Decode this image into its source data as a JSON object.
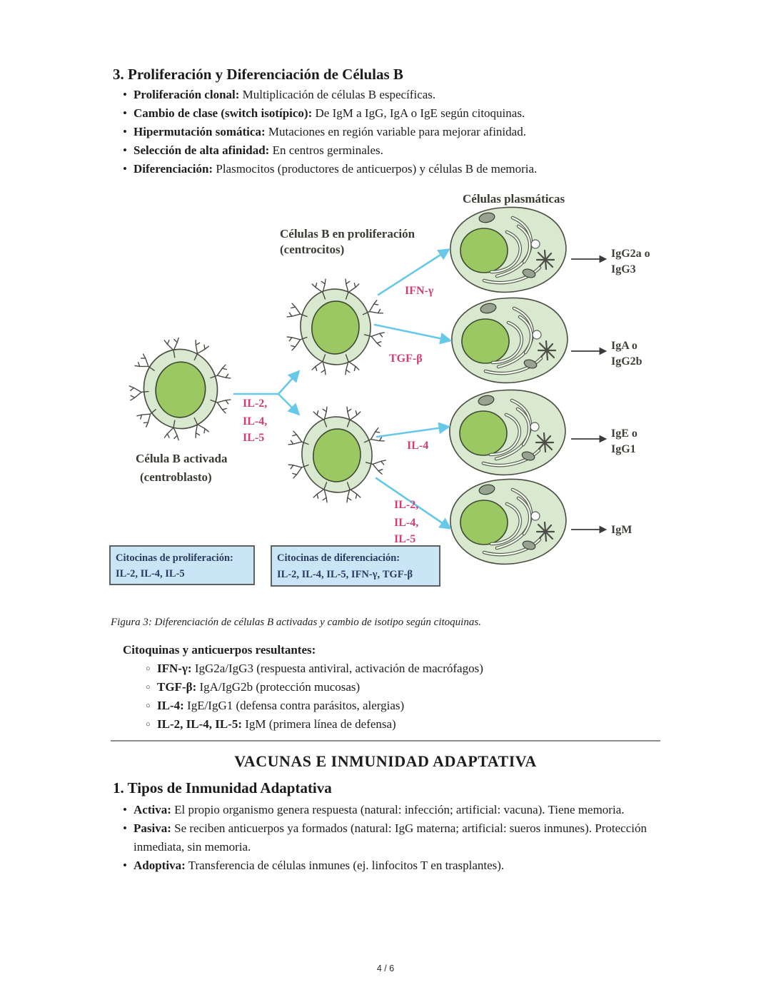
{
  "section3": {
    "heading": "3. Proliferación y Diferenciación de Células B",
    "bullets": [
      {
        "label": "Proliferación clonal:",
        "text": " Multiplicación de células B específicas."
      },
      {
        "label": "Cambio de clase (switch isotípico):",
        "text": " De IgM a IgG, IgA o IgE según citoquinas."
      },
      {
        "label": "Hipermutación somática:",
        "text": " Mutaciones en región variable para mejorar afinidad."
      },
      {
        "label": "Selección de alta afinidad:",
        "text": " En centros germinales."
      },
      {
        "label": "Diferenciación:",
        "text": " Plasmocitos (productores de anticuerpos) y células B de memoria."
      }
    ]
  },
  "figure": {
    "caption": "Figura 3: Diferenciación de células B activadas y cambio de isotipo según citoquinas.",
    "labels": {
      "plasma_cells": "Células plasmáticas",
      "proliferating_line1": "Células B en proliferación",
      "proliferating_line2": "(centrocitos)",
      "activated_line1": "Célula B activada",
      "activated_line2": "(centroblasto)",
      "ifn": "IFN-γ",
      "tgf": "TGF-β",
      "il4": "IL-4",
      "il_stack1": [
        "IL-2,",
        "IL-4,",
        "IL-5"
      ],
      "il_stack2": [
        "IL-2,",
        "IL-4,",
        "IL-5"
      ],
      "ig1_line1": "IgG2a o",
      "ig1_line2": "IgG3",
      "ig2_line1": "IgA o",
      "ig2_line2": "IgG2b",
      "ig3_line1": "IgE o",
      "ig3_line2": "IgG1",
      "ig4": "IgM",
      "box1_line1": "Citocinas de proliferación:",
      "box1_line2": "IL-2, IL-4, IL-5",
      "box2_line1": "Citocinas de diferenciación:",
      "box2_line2": "IL-2, IL-4, IL-5, IFN-γ, TGF-β"
    },
    "colors": {
      "cell_cytoplasm": "#d9e9d0",
      "cell_nucleus": "#9cc863",
      "cell_outline": "#4d4d44",
      "arrow_blue": "#68c8e8",
      "cytokine_pink": "#d23d76",
      "box_fill": "#cae5f6",
      "box_border": "#5f5f5f",
      "box_text": "#2c3a5e",
      "arrow_dark": "#3a3a3a"
    }
  },
  "cytokines_section": {
    "bullet_label": "Citoquinas y anticuerpos resultantes:",
    "items": [
      {
        "label": "IFN-γ:",
        "text": " IgG2a/IgG3 (respuesta antiviral, activación de macrófagos)"
      },
      {
        "label": "TGF-β:",
        "text": " IgA/IgG2b (protección mucosas)"
      },
      {
        "label": "IL-4:",
        "text": " IgE/IgG1 (defensa contra parásitos, alergias)"
      },
      {
        "label": "IL-2, IL-4, IL-5:",
        "text": " IgM (primera línea de defensa)"
      }
    ]
  },
  "vaccines_section": {
    "title": "VACUNAS E INMUNIDAD ADAPTATIVA",
    "heading": "1. Tipos de Inmunidad Adaptativa",
    "bullets": [
      {
        "label": "Activa:",
        "text": " El propio organismo genera respuesta (natural: infección; artificial: vacuna). Tiene memoria."
      },
      {
        "label": "Pasiva:",
        "text": " Se reciben anticuerpos ya formados (natural: IgG materna; artificial: sueros inmunes). Protección inmediata, sin memoria."
      },
      {
        "label": "Adoptiva:",
        "text": " Transferencia de células inmunes (ej. linfocitos T en trasplantes)."
      }
    ]
  },
  "footer": {
    "page_indicator": "4 / 6"
  }
}
